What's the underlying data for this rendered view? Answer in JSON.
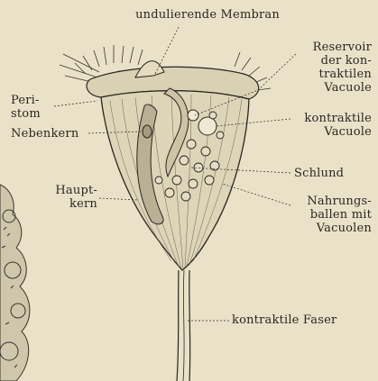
{
  "labels": {
    "undulierende_membran": "undulierende Membran",
    "reservoir": "Reservoir\nder kon-\ntraktilen\nVacuole",
    "peristom": "Peri-\nstom",
    "kontraktile_vacuole": "kontraktile\nVacuole",
    "nebenkern": "Nebenkern",
    "schlund": "Schlund",
    "hauptkern": "Haupt-\nkern",
    "nahrungsballen": "Nahrungs-\nballen mit\nVacuolen",
    "kontraktile_faser": "kontraktile Faser"
  },
  "colors": {
    "paper": "#e9e2c8",
    "ink": "#2b2620"
  }
}
